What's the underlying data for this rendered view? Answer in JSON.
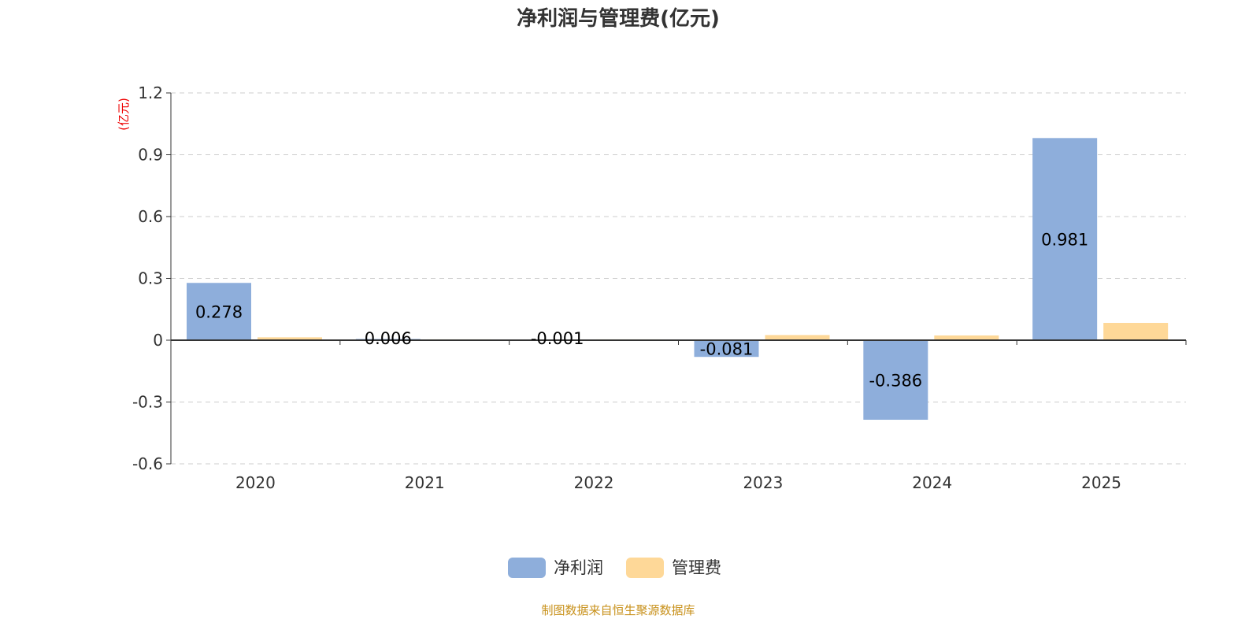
{
  "chart_data": {
    "type": "bar",
    "title": "净利润与管理费(亿元)",
    "ylabel": "(亿元)",
    "categories": [
      "2020",
      "2021",
      "2022",
      "2023",
      "2024",
      "2025"
    ],
    "series": [
      {
        "name": "净利润",
        "color": "#8eaedb",
        "values": [
          0.278,
          0.006,
          -0.001,
          -0.081,
          -0.386,
          0.981
        ],
        "labels": [
          "0.278",
          "0.006",
          "-0.001",
          "-0.081",
          "-0.386",
          "0.981"
        ]
      },
      {
        "name": "管理费",
        "color": "#fed898",
        "values": [
          0.014,
          0.004,
          0.004,
          0.025,
          0.023,
          0.084
        ]
      }
    ],
    "ylim": [
      -0.6,
      1.2
    ],
    "yticks": [
      -0.6,
      -0.3,
      0,
      0.3,
      0.6,
      0.9,
      1.2
    ],
    "ytick_labels": [
      "-0.6",
      "-0.3",
      "0",
      "0.3",
      "0.6",
      "0.9",
      "1.2"
    ],
    "grid": true,
    "legend": "bottom-center"
  },
  "source": "制图数据来自恒生聚源数据库"
}
